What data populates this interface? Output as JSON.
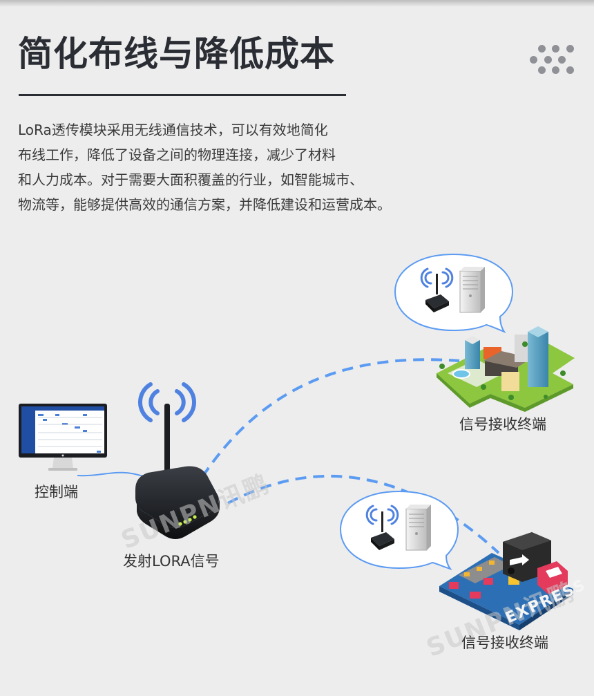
{
  "header": {
    "title": "简化布线与降低成本",
    "decoration": "dot-grid-icon"
  },
  "description": {
    "lines": [
      "LoRa透传模块采用无线通信技术，可以有效地简化",
      "布线工作，降低了设备之间的物理连接，减少了材料",
      "和人力成本。对于需要大面积覆盖的行业，如智能城市、",
      "物流等，能够提供高效的通信方案，并降低建设和运营成本。"
    ]
  },
  "diagram": {
    "control": {
      "label": "控制端",
      "icon": "monitor-icon"
    },
    "transmitter": {
      "label": "发射LORA信号",
      "icon": "lora-gateway-icon"
    },
    "receivers": [
      {
        "label": "信号接收终端",
        "scene": "smart-city-icon",
        "bubble": "gateway-server-bubble"
      },
      {
        "label": "信号接收终端",
        "scene": "express-logistics-icon",
        "bubble": "gateway-server-bubble",
        "scene_text": "EXPRESS"
      }
    ],
    "watermark": "SUNPN讯鹏"
  },
  "colors": {
    "background": "#ededed",
    "title": "#2a2d33",
    "accent_blue": "#5b9bf2",
    "wave_blue": "#4f82e0"
  }
}
